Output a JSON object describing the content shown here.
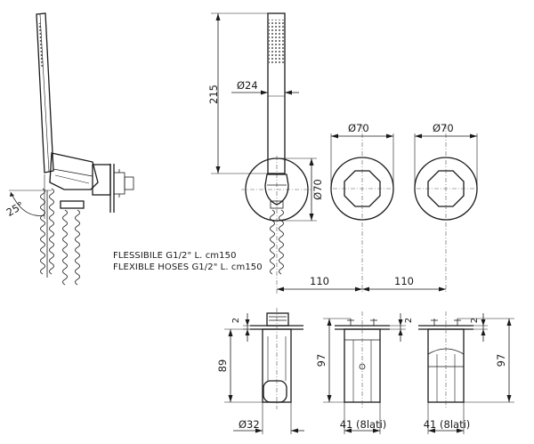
{
  "notes": {
    "hose_it": "FLESSIBILE G1/2\" L. cm150",
    "hose_en": "FLEXIBLE HOSES  G1/2\" L. cm150"
  },
  "dimensions": {
    "angle": "25°",
    "handshower_length": "215",
    "handshower_diameter": "Ø24",
    "holder_plate_diameter": "Ø70",
    "valve1_plate_diameter": "Ø70",
    "valve2_plate_diameter": "Ø70",
    "spacing_1": "110",
    "spacing_2": "110",
    "holder_depth_top": "2",
    "holder_depth": "89",
    "holder_diameter": "Ø32",
    "valve1_top": "2",
    "valve1_depth": "97",
    "valve1_width": "41 (8lati)",
    "valve2_top": "2",
    "valve2_depth": "97",
    "valve2_width": "41 (8lati)"
  }
}
